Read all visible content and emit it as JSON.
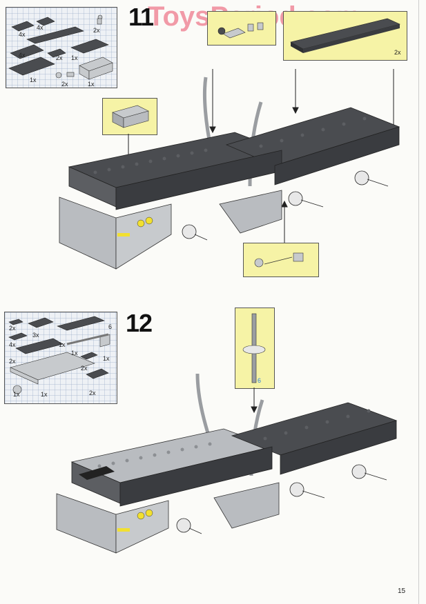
{
  "watermark": "ToysPeriod.com",
  "page_number": "15",
  "steps": [
    {
      "number": "11",
      "parts": [
        {
          "qty": "4x"
        },
        {
          "qty": "4x"
        },
        {
          "qty": "2x"
        },
        {
          "qty": "4x"
        },
        {
          "qty": "2x"
        },
        {
          "qty": "1x"
        },
        {
          "qty": "1x"
        },
        {
          "qty": "2x"
        },
        {
          "qty": "1x"
        }
      ],
      "callouts": [
        {
          "qty": "2x"
        }
      ]
    },
    {
      "number": "12",
      "parts": [
        {
          "qty": "2x"
        },
        {
          "qty": "3x"
        },
        {
          "qty": "6"
        },
        {
          "qty": "4x"
        },
        {
          "qty": "1x"
        },
        {
          "qty": "2x"
        },
        {
          "qty": "1x"
        },
        {
          "qty": "1x"
        },
        {
          "qty": "2x"
        },
        {
          "qty": "1x"
        },
        {
          "qty": "1x"
        },
        {
          "qty": "2x"
        }
      ],
      "callouts": [
        {
          "qty": "6"
        }
      ]
    }
  ],
  "colors": {
    "dark_gray": "#4a4c50",
    "light_gray": "#b9bcc0",
    "callout_yellow": "#f6f3a6",
    "watermark_pink": "#f08a9a"
  }
}
